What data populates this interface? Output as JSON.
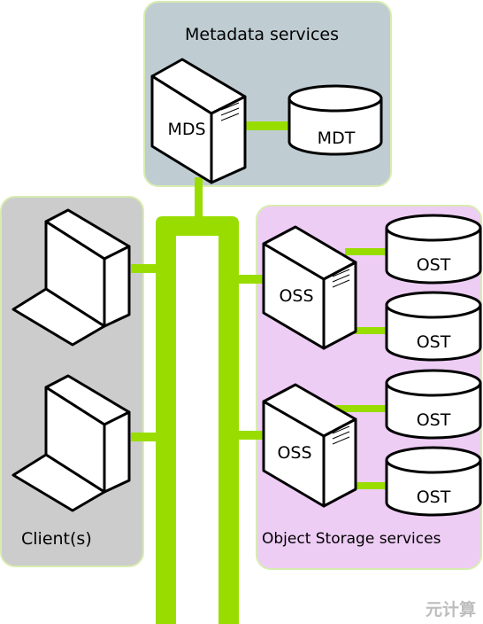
{
  "panels": {
    "metadata": {
      "title": "Metadata services",
      "color": "#bfcdd3"
    },
    "clients": {
      "title": "Client(s)",
      "color": "#cccccc"
    },
    "storage": {
      "title": "Object Storage services",
      "color": "#eecdf5"
    }
  },
  "nodes": {
    "mds": "MDS",
    "mdt": "MDT",
    "oss_1": "OSS",
    "oss_2": "OSS",
    "ost_1": "OST",
    "ost_2": "OST",
    "ost_3": "OST",
    "ost_4": "OST"
  },
  "colors": {
    "network": "#99dd00",
    "panel_border": "#d8ecb0",
    "outline": "#000000"
  },
  "watermark": "元计算"
}
